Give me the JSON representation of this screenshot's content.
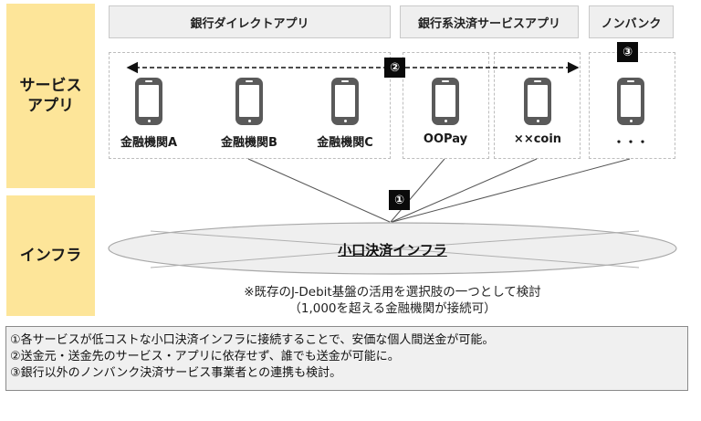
{
  "rows": {
    "service_app": "サービス\nアプリ",
    "service_app_line1": "サービス",
    "service_app_line2": "アプリ",
    "infra": "インフラ"
  },
  "categories": [
    {
      "label": "銀行ダイレクトアプリ"
    },
    {
      "label": "銀行系決済サービスアプリ"
    },
    {
      "label": "ノンバンク"
    }
  ],
  "apps": [
    {
      "label": "金融機関A",
      "icon": "smartphone-icon"
    },
    {
      "label": "金融機関B",
      "icon": "smartphone-icon"
    },
    {
      "label": "金融機関C",
      "icon": "smartphone-icon"
    },
    {
      "label": "OOPay",
      "icon": "smartphone-icon"
    },
    {
      "label": "××coin",
      "icon": "smartphone-icon"
    },
    {
      "label": "・・・",
      "icon": "smartphone-icon"
    }
  ],
  "badges": {
    "one": "①",
    "two": "②",
    "three": "③"
  },
  "infra": {
    "label": "小口決済インフラ",
    "note_line1": "※既存のJ-Debit基盤の活用を選択肢の一つとして検討",
    "note_line2": "（1,000を超える金融機関が接続可）"
  },
  "summary": [
    "①各サービスが低コストな小口決済インフラに接続することで、安価な個人間送金が可能。",
    "②送金元・送金先のサービス・アプリに依存せず、誰でも送金が可能に。",
    "③銀行以外のノンバンク決済サービス事業者との連携も検討。"
  ],
  "colors": {
    "row_label_bg": "#fde599",
    "category_bg": "#efefef",
    "badge_bg": "#0a0a0a",
    "phone": "#5a5a5a",
    "ellipse_fill": "#efefef",
    "summary_bg": "#f0f0f0"
  }
}
